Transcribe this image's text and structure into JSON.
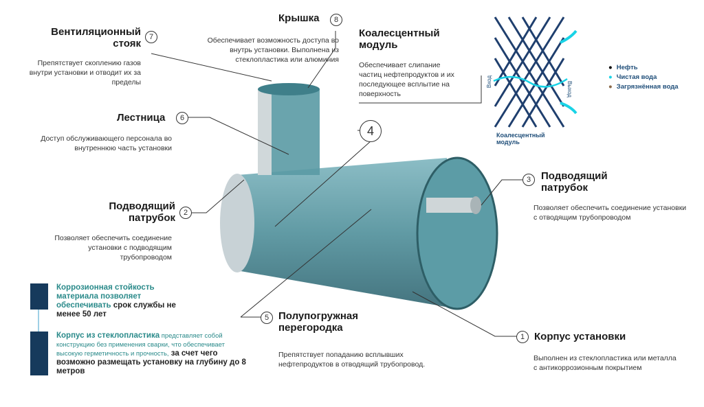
{
  "callouts": {
    "vent": {
      "num": "7",
      "title": "Вентиляционный стояк",
      "desc": "Препятствует скоплению газов внутри установки и отводит их за пределы"
    },
    "lid": {
      "num": "8",
      "title": "Крышка",
      "desc": "Обеспечивает возможность доступа во внутрь установки. Выполнена из стеклопластика или алюминия"
    },
    "coalescent": {
      "num": "4",
      "title": "Коалесцентный модуль",
      "desc": "Обеспечивает слипание частиц нефтепродуктов и их последующее всплытие на поверхность"
    },
    "ladder": {
      "num": "6",
      "title": "Лестница",
      "desc": "Доступ обслуживающего персонала во внутреннюю часть установки"
    },
    "inlet": {
      "num": "2",
      "title": "Подводящий патрубок",
      "desc": "Позволяет обеспечить соединение установки с подводящим трубопроводом"
    },
    "outlet": {
      "num": "3",
      "title": "Подводящий патрубок",
      "desc": "Позволяет обеспечить соединение установки с отводящим трубопроводом"
    },
    "baffle": {
      "num": "5",
      "title": "Полупогружная перегородка",
      "desc": "Препятствует попаданию всплывших нефтепродуктов в отводящий трубопровод."
    },
    "body": {
      "num": "1",
      "title": "Корпус установки",
      "desc": "Выполнен из стеклопластика или металла с антикоррозионным покрытием"
    }
  },
  "notes": {
    "n1_teal": "Коррозионная стойкость материала позволяет обеспечивать",
    "n1_dark": " срок службы не менее 50 лет",
    "n2_teal_bold": "Корпус из стеклопластика",
    "n2_teal": " представляет собой конструкцию без применения сварки, что обеспечивает высокую герметичность и прочность,",
    "n2_dark": " за счет чего возможно размещать установку  на глубину до 8 метров"
  },
  "module": {
    "label": "Коалесцентный модуль",
    "in": "Вход",
    "out": "Выход"
  },
  "legend": [
    {
      "label": "Нефть",
      "color": "#000000"
    },
    {
      "label": "Чистая вода",
      "color": "#19d3e6"
    },
    {
      "label": "Загрязнённая вода",
      "color": "#8a6a4a"
    }
  ],
  "colors": {
    "navy": "#163a5c",
    "teal": "#2a8a8a",
    "tank": "#4f8f9a"
  }
}
